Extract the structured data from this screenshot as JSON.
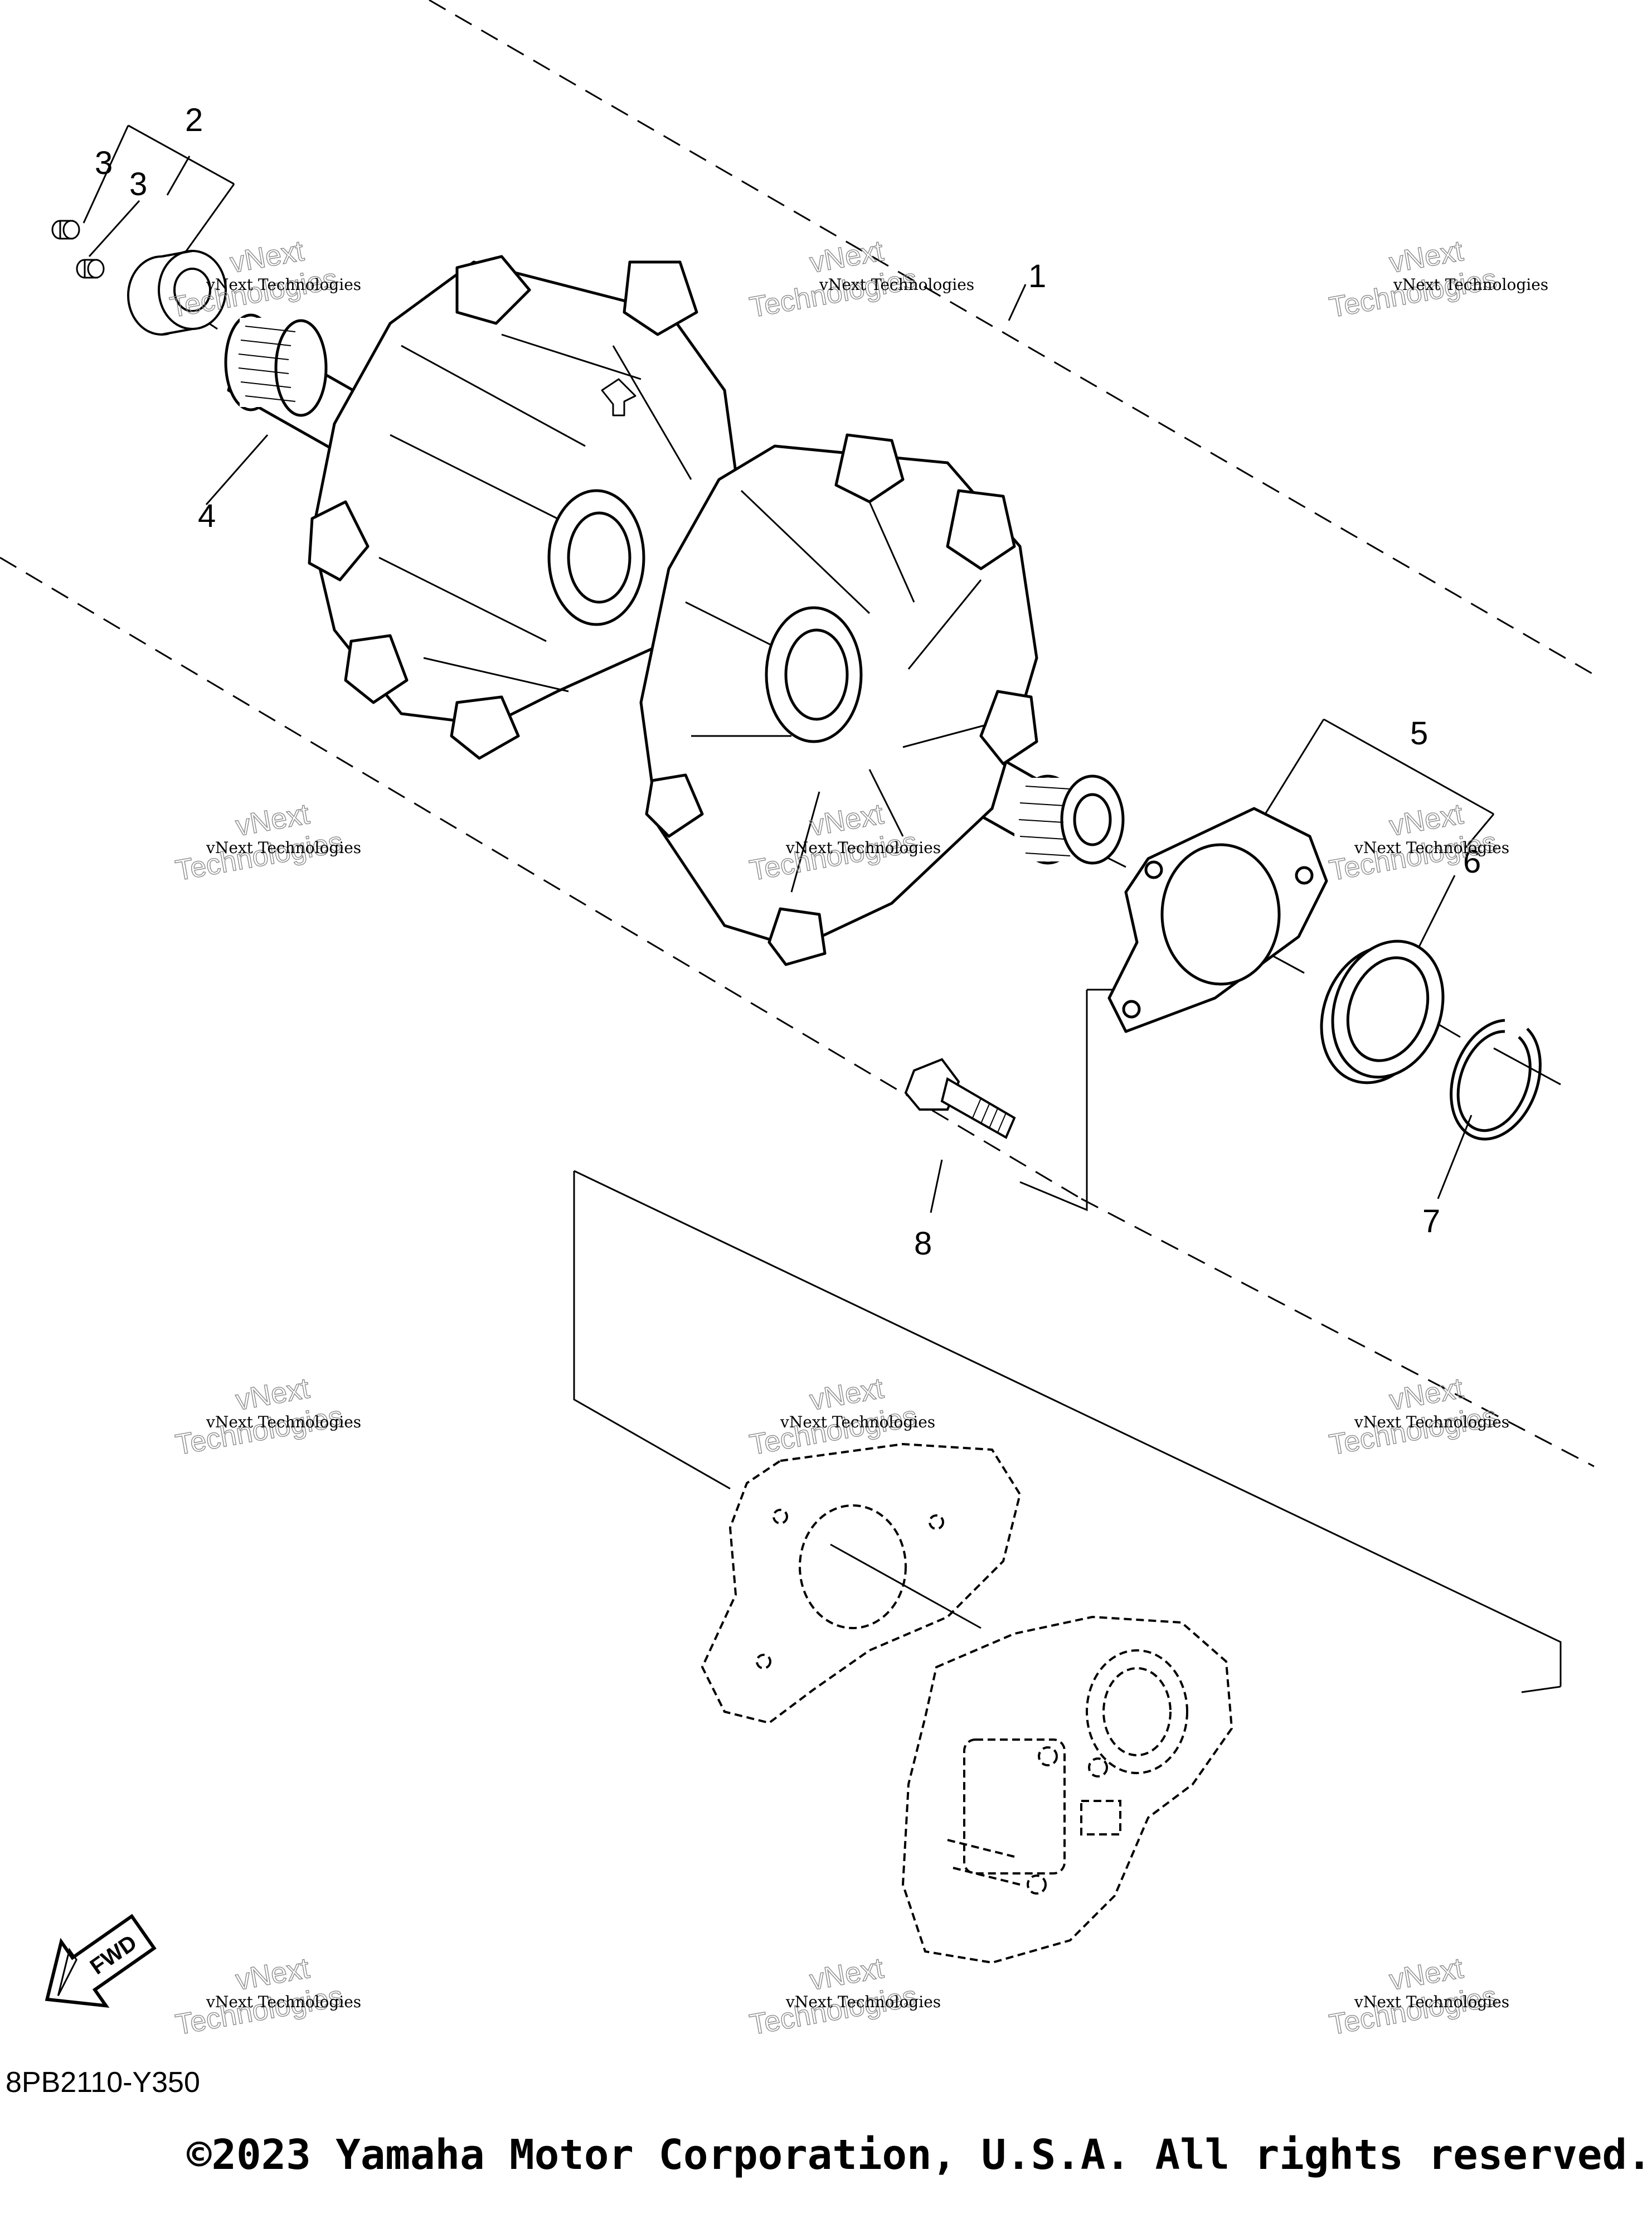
{
  "callouts": {
    "c1": "1",
    "c2": "2",
    "c3a": "3",
    "c3b": "3",
    "c4": "4",
    "c5": "5",
    "c6": "6",
    "c7": "7",
    "c8": "8"
  },
  "watermark": {
    "line1": "vNext Technologies",
    "line2": "Technologies",
    "line3": "vNext"
  },
  "fwd_label": "FWD",
  "diagram_code": "8PB2110-Y350",
  "copyright": "©2023 Yamaha Motor Corporation, U.S.A. All rights reserved."
}
